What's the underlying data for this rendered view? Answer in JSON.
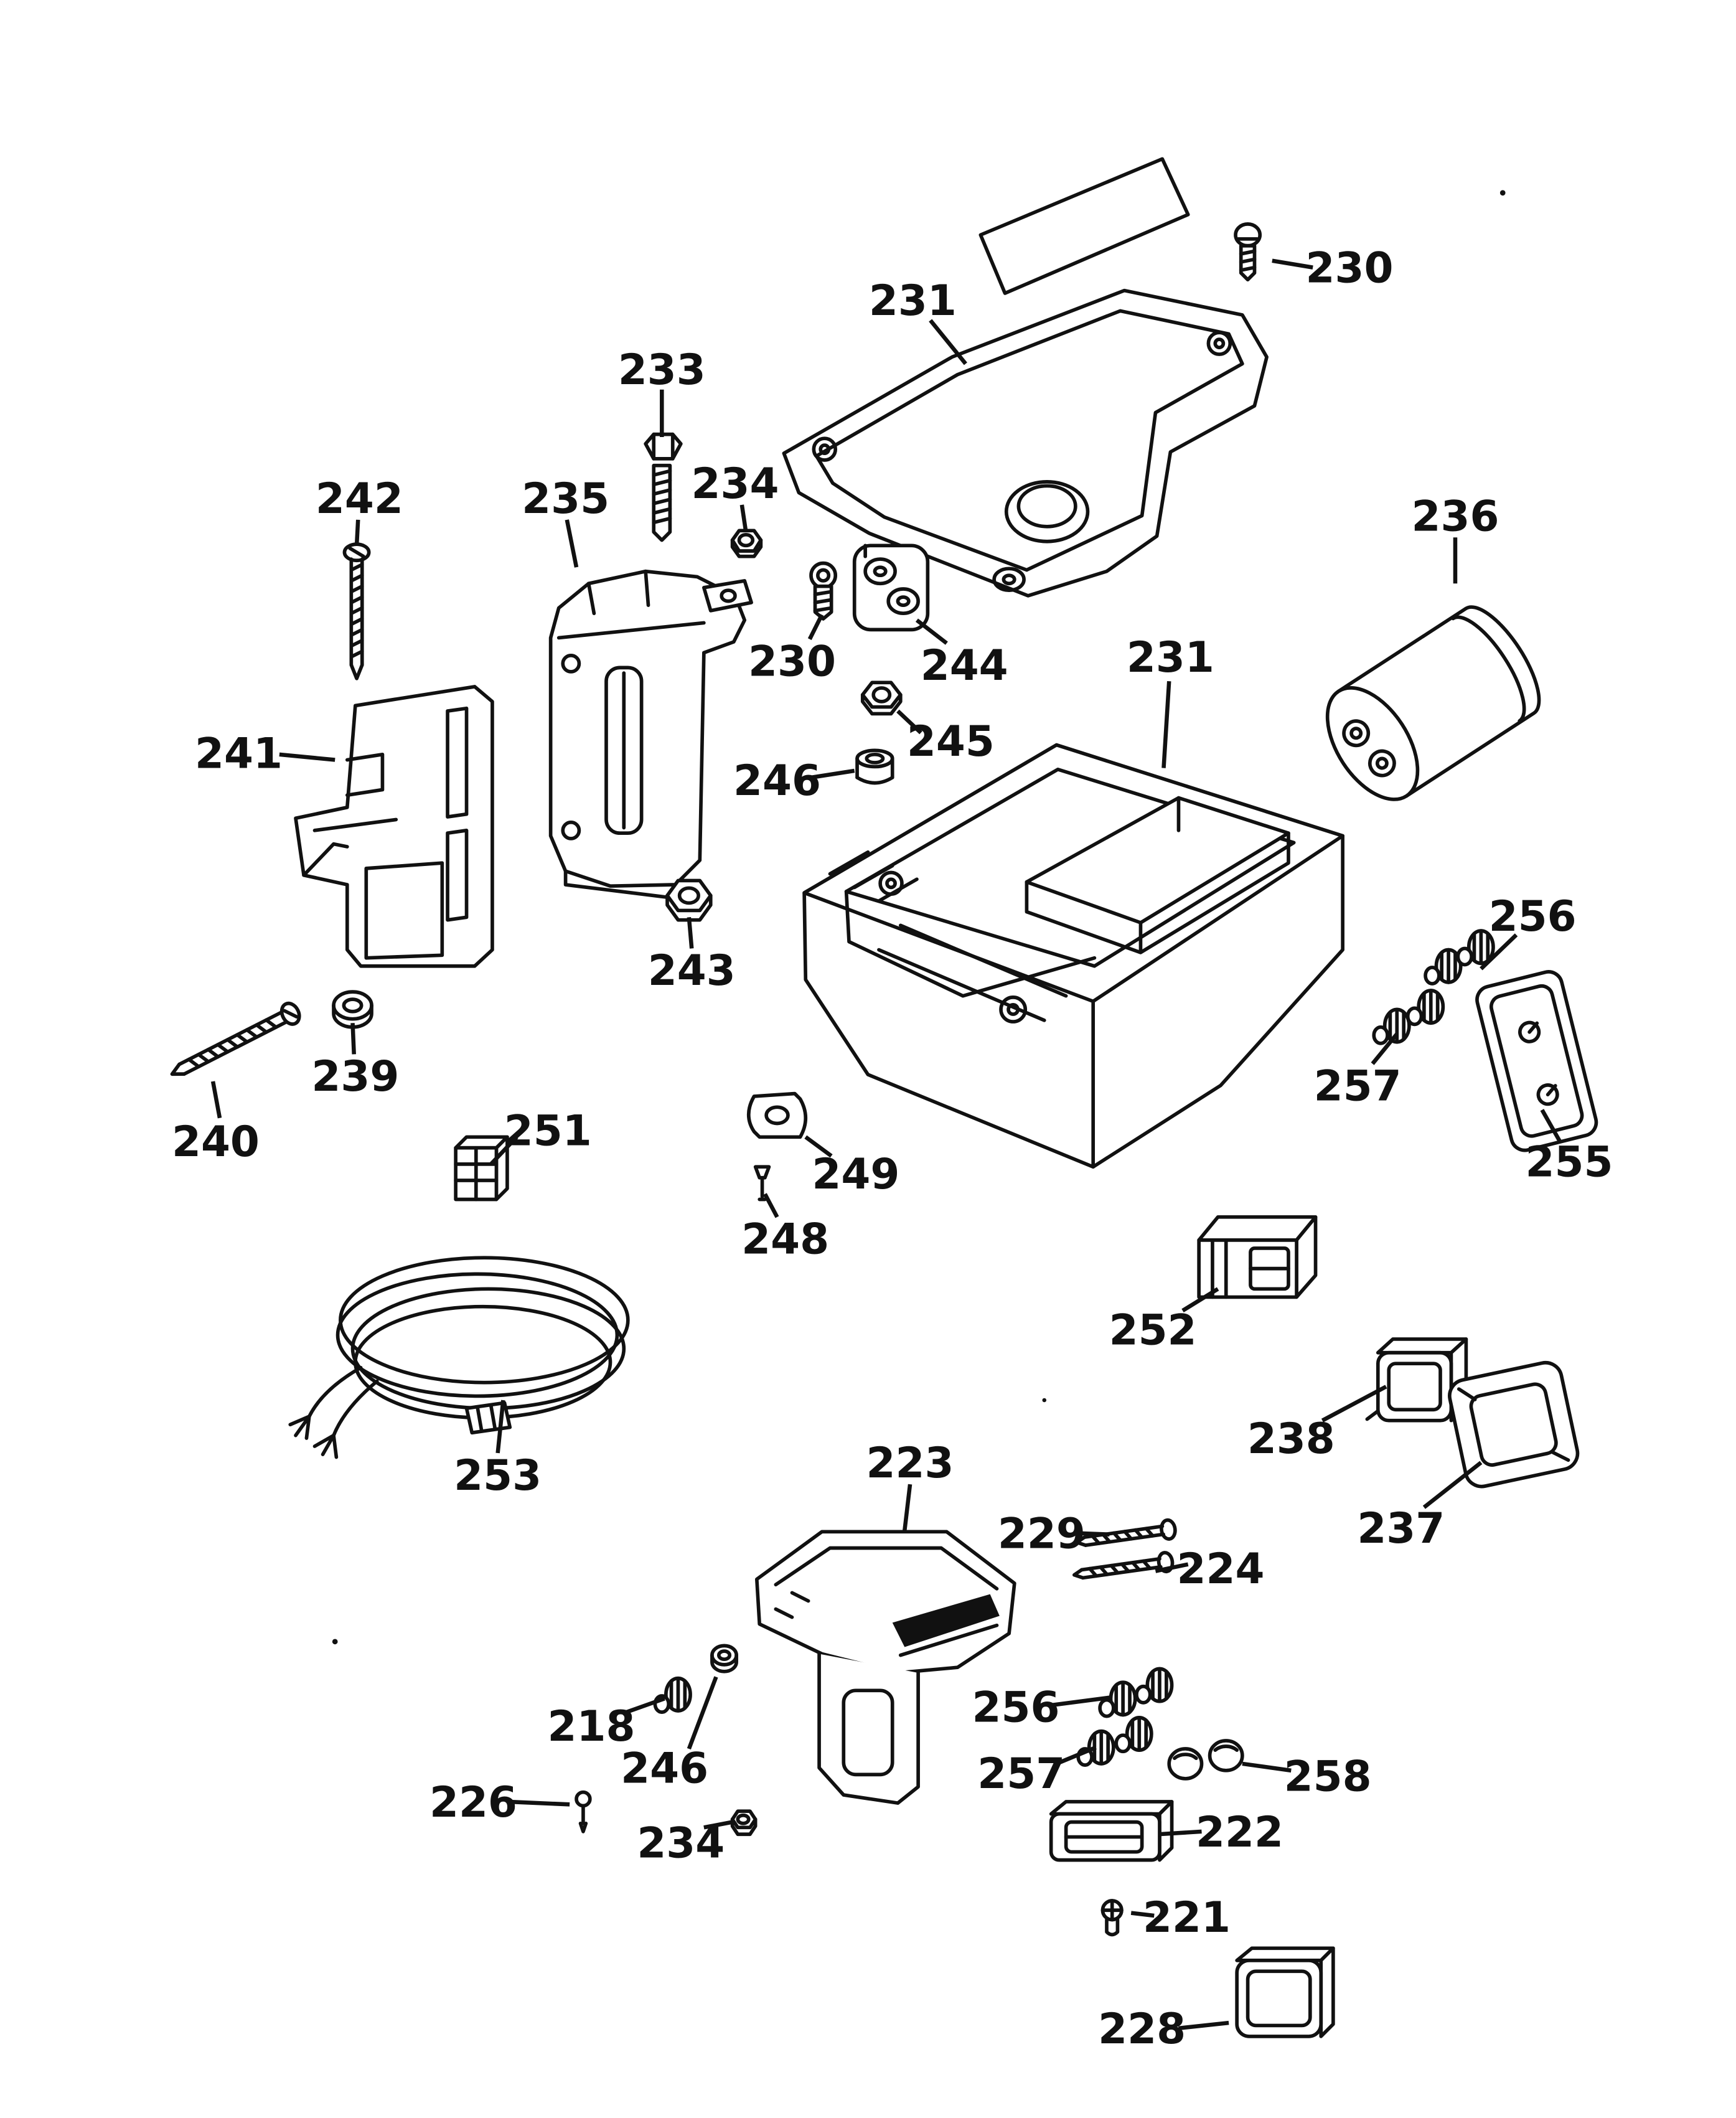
{
  "figure": {
    "kind": "exploded-parts-diagram",
    "background": "#ffffff",
    "ink": "#111111"
  },
  "diagram": {
    "callouts": [
      {
        "id": "screw-230-top",
        "label": "230"
      },
      {
        "id": "cover-plate-231",
        "label": "231"
      },
      {
        "id": "bolt-233",
        "label": "233"
      },
      {
        "id": "nut-234-upper",
        "label": "234"
      },
      {
        "id": "screw-242",
        "label": "242"
      },
      {
        "id": "bracket-235",
        "label": "235"
      },
      {
        "id": "roller-236",
        "label": "236"
      },
      {
        "id": "screw-230-mid",
        "label": "230"
      },
      {
        "id": "clamp-244",
        "label": "244"
      },
      {
        "id": "housing-231",
        "label": "231"
      },
      {
        "id": "bracket-241",
        "label": "241"
      },
      {
        "id": "nut-245",
        "label": "245"
      },
      {
        "id": "bushing-246-upper",
        "label": "246"
      },
      {
        "id": "nut-243",
        "label": "243"
      },
      {
        "id": "knob-256-right",
        "label": "256"
      },
      {
        "id": "grommet-239",
        "label": "239"
      },
      {
        "id": "knob-257-right",
        "label": "257"
      },
      {
        "id": "plate-255",
        "label": "255"
      },
      {
        "id": "screw-240",
        "label": "240"
      },
      {
        "id": "connector-251",
        "label": "251"
      },
      {
        "id": "clip-249",
        "label": "249"
      },
      {
        "id": "pin-248",
        "label": "248"
      },
      {
        "id": "switch-252",
        "label": "252"
      },
      {
        "id": "cover-238",
        "label": "238"
      },
      {
        "id": "cord-253",
        "label": "253"
      },
      {
        "id": "bezel-237",
        "label": "237"
      },
      {
        "id": "bracket-223",
        "label": "223"
      },
      {
        "id": "screw-229",
        "label": "229"
      },
      {
        "id": "screw-224",
        "label": "224"
      },
      {
        "id": "knob-218",
        "label": "218"
      },
      {
        "id": "knob-256-lower",
        "label": "256"
      },
      {
        "id": "washer-246-lower",
        "label": "246"
      },
      {
        "id": "knob-257-lower",
        "label": "257"
      },
      {
        "id": "cap-258",
        "label": "258"
      },
      {
        "id": "pin-226",
        "label": "226"
      },
      {
        "id": "nut-234-lower",
        "label": "234"
      },
      {
        "id": "switch-222",
        "label": "222"
      },
      {
        "id": "screw-221",
        "label": "221"
      },
      {
        "id": "plate-228",
        "label": "228"
      }
    ]
  }
}
